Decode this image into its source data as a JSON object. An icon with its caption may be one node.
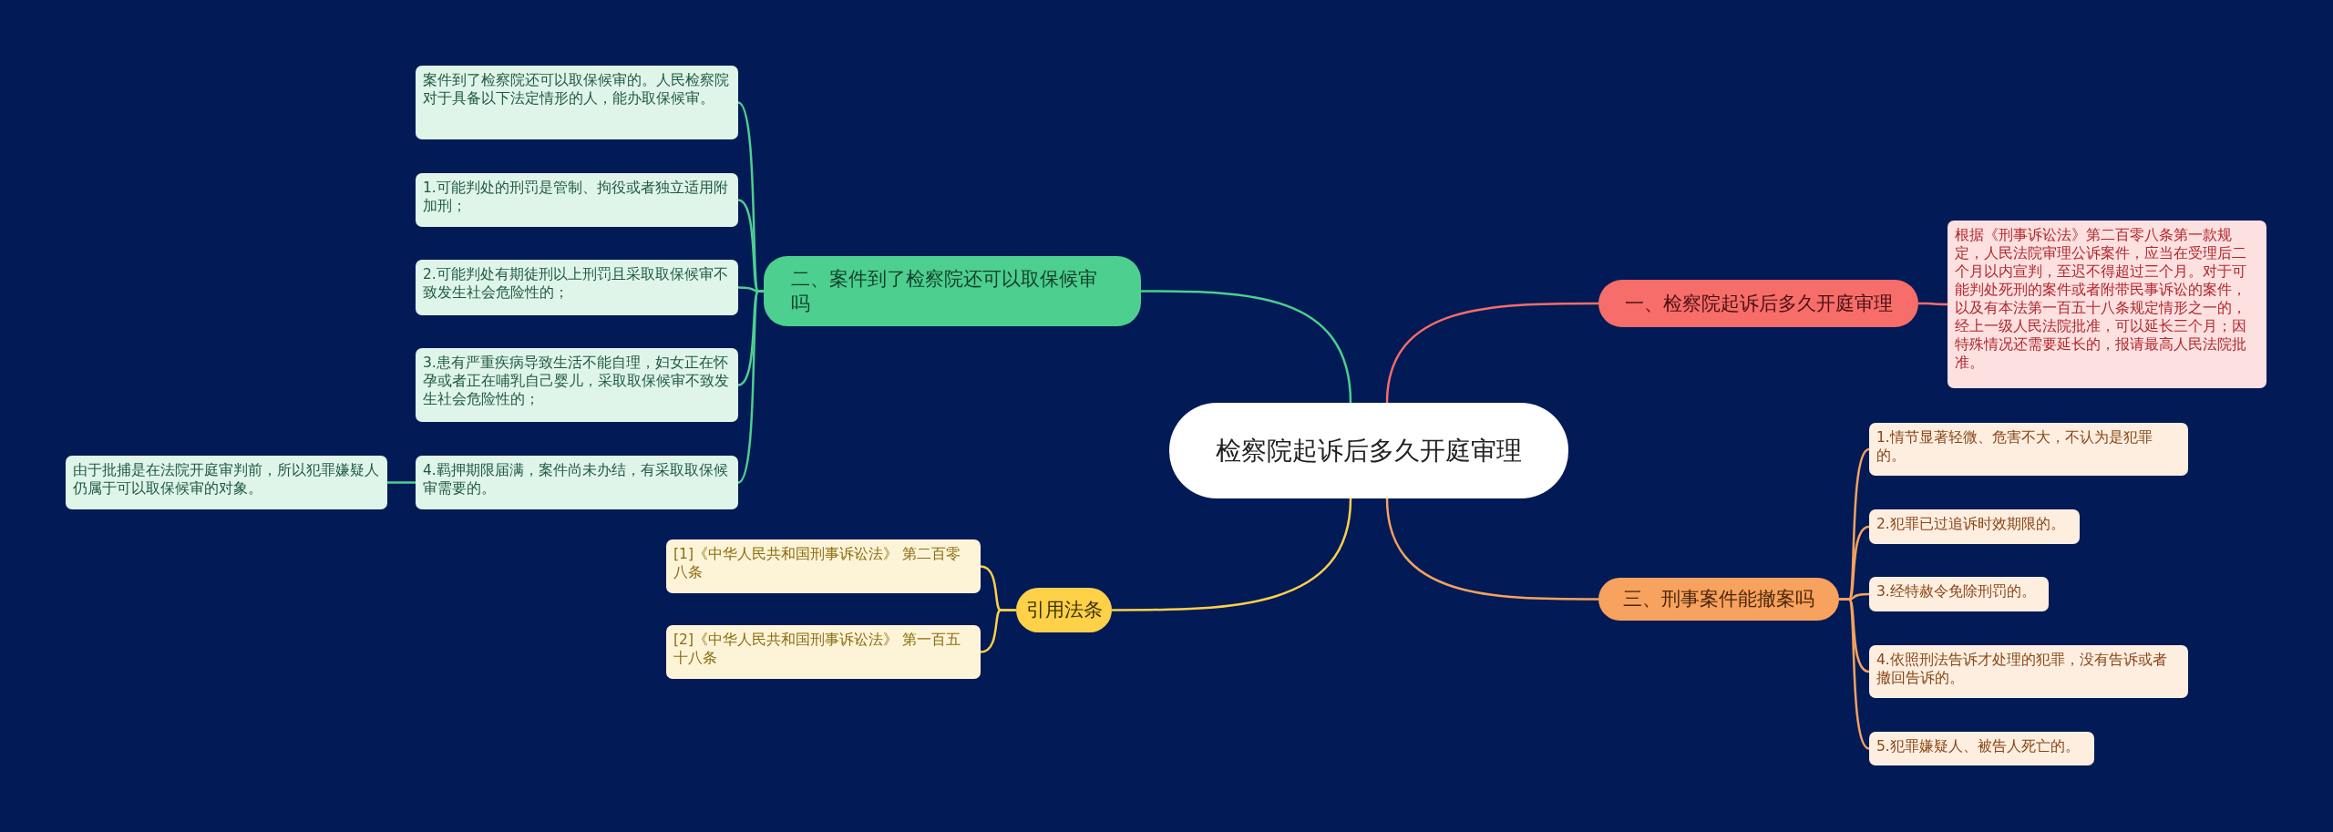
{
  "diagram": {
    "nodes": [
      {
        "text": [
          "检察院起诉后多久开庭审理"
        ]
      },
      {
        "text": [
          "二、案件到了检察院还可以取保候审吗"
        ]
      },
      {
        "text": [
          "案件到了检察院还可以取保候审的。人民检察院对于具备以下法定情形的人，能办取保候审。"
        ]
      },
      {
        "text": [
          "1.可能判处的刑罚是管制、拘役或者独立适用附加刑；"
        ]
      },
      {
        "text": [
          "2.可能判处有期徒刑以上刑罚且采取取保候审不致发生社会危险性的；"
        ]
      },
      {
        "text": [
          "3.患有严重疾病导致生活不能自理，妇女正在怀孕或者正在哺乳自己婴儿，采取取保候审不致发生社会危险性的；"
        ]
      },
      {
        "text": [
          "4.羁押期限届满，案件尚未办结，有采取取保候审需要的。"
        ]
      },
      {
        "text": [
          "由于批捕是在法院开庭审判前，所以犯罪嫌疑人仍属于可以取保候审的对象。"
        ]
      },
      {
        "text": [
          "一、检察院起诉后多久开庭审理"
        ]
      },
      {
        "text": [
          "根据《刑事诉讼法》第二百零八条第一款规定，人民法院审理公诉案件，应当在受理后二个月以内宣判，至迟不得超过三个月。对于可能判处死刑的案件或者附带民事诉讼的案件，以及有本法第一百五十八条规定情形之一的，经上一级人民法院批准，可以延长三个月；因特殊情况还需要延长的，报请最高人民法院批准。"
        ]
      },
      {
        "text": [
          "三、刑事案件能撤案吗"
        ]
      },
      {
        "text": [
          "1.情节显著轻微、危害不大，不认为是犯罪的。"
        ]
      },
      {
        "text": [
          "2.犯罪已过追诉时效期限的。"
        ]
      },
      {
        "text": [
          "3.经特赦令免除刑罚的。"
        ]
      },
      {
        "text": [
          "4.依照刑法告诉才处理的犯罪，没有告诉或者撤回告诉的。"
        ]
      },
      {
        "text": [
          "5.犯罪嫌疑人、被告人死亡的。"
        ]
      },
      {
        "text": [
          "引用法条"
        ]
      },
      {
        "text": [
          "[1]《中华人民共和国刑事诉讼法》 第二百零八条"
        ]
      },
      {
        "text": [
          "[2]《中华人民共和国刑事诉讼法》 第一百五十八条"
        ]
      }
    ],
    "edges": [
      {
        "from": 0,
        "to": 1,
        "arrow": "none",
        "color": "#4ccf8f"
      },
      {
        "from": 1,
        "to": 2,
        "arrow": "none",
        "color": "#4ccf8f"
      },
      {
        "from": 1,
        "to": 3,
        "arrow": "none",
        "color": "#4ccf8f"
      },
      {
        "from": 1,
        "to": 4,
        "arrow": "none",
        "color": "#4ccf8f"
      },
      {
        "from": 1,
        "to": 5,
        "arrow": "none",
        "color": "#4ccf8f"
      },
      {
        "from": 1,
        "to": 6,
        "arrow": "none",
        "color": "#4ccf8f"
      },
      {
        "from": 6,
        "to": 7,
        "arrow": "none",
        "color": "#4ccf8f"
      },
      {
        "from": 0,
        "to": 8,
        "arrow": "none",
        "color": "#f66d6a"
      },
      {
        "from": 8,
        "to": 9,
        "arrow": "none",
        "color": "#f66d6a"
      },
      {
        "from": 0,
        "to": 10,
        "arrow": "none",
        "color": "#f7a25e"
      },
      {
        "from": 10,
        "to": 11,
        "arrow": "none",
        "color": "#f7a25e"
      },
      {
        "from": 10,
        "to": 12,
        "arrow": "none",
        "color": "#f7a25e"
      },
      {
        "from": 10,
        "to": 13,
        "arrow": "none",
        "color": "#f7a25e"
      },
      {
        "from": 10,
        "to": 14,
        "arrow": "none",
        "color": "#f7a25e"
      },
      {
        "from": 10,
        "to": 15,
        "arrow": "none",
        "color": "#f7a25e"
      },
      {
        "from": 0,
        "to": 16,
        "arrow": "none",
        "color": "#fdd148"
      },
      {
        "from": 16,
        "to": 17,
        "arrow": "none",
        "color": "#fdd148"
      },
      {
        "from": 16,
        "to": 18,
        "arrow": "none",
        "color": "#fdd148"
      }
    ]
  }
}
